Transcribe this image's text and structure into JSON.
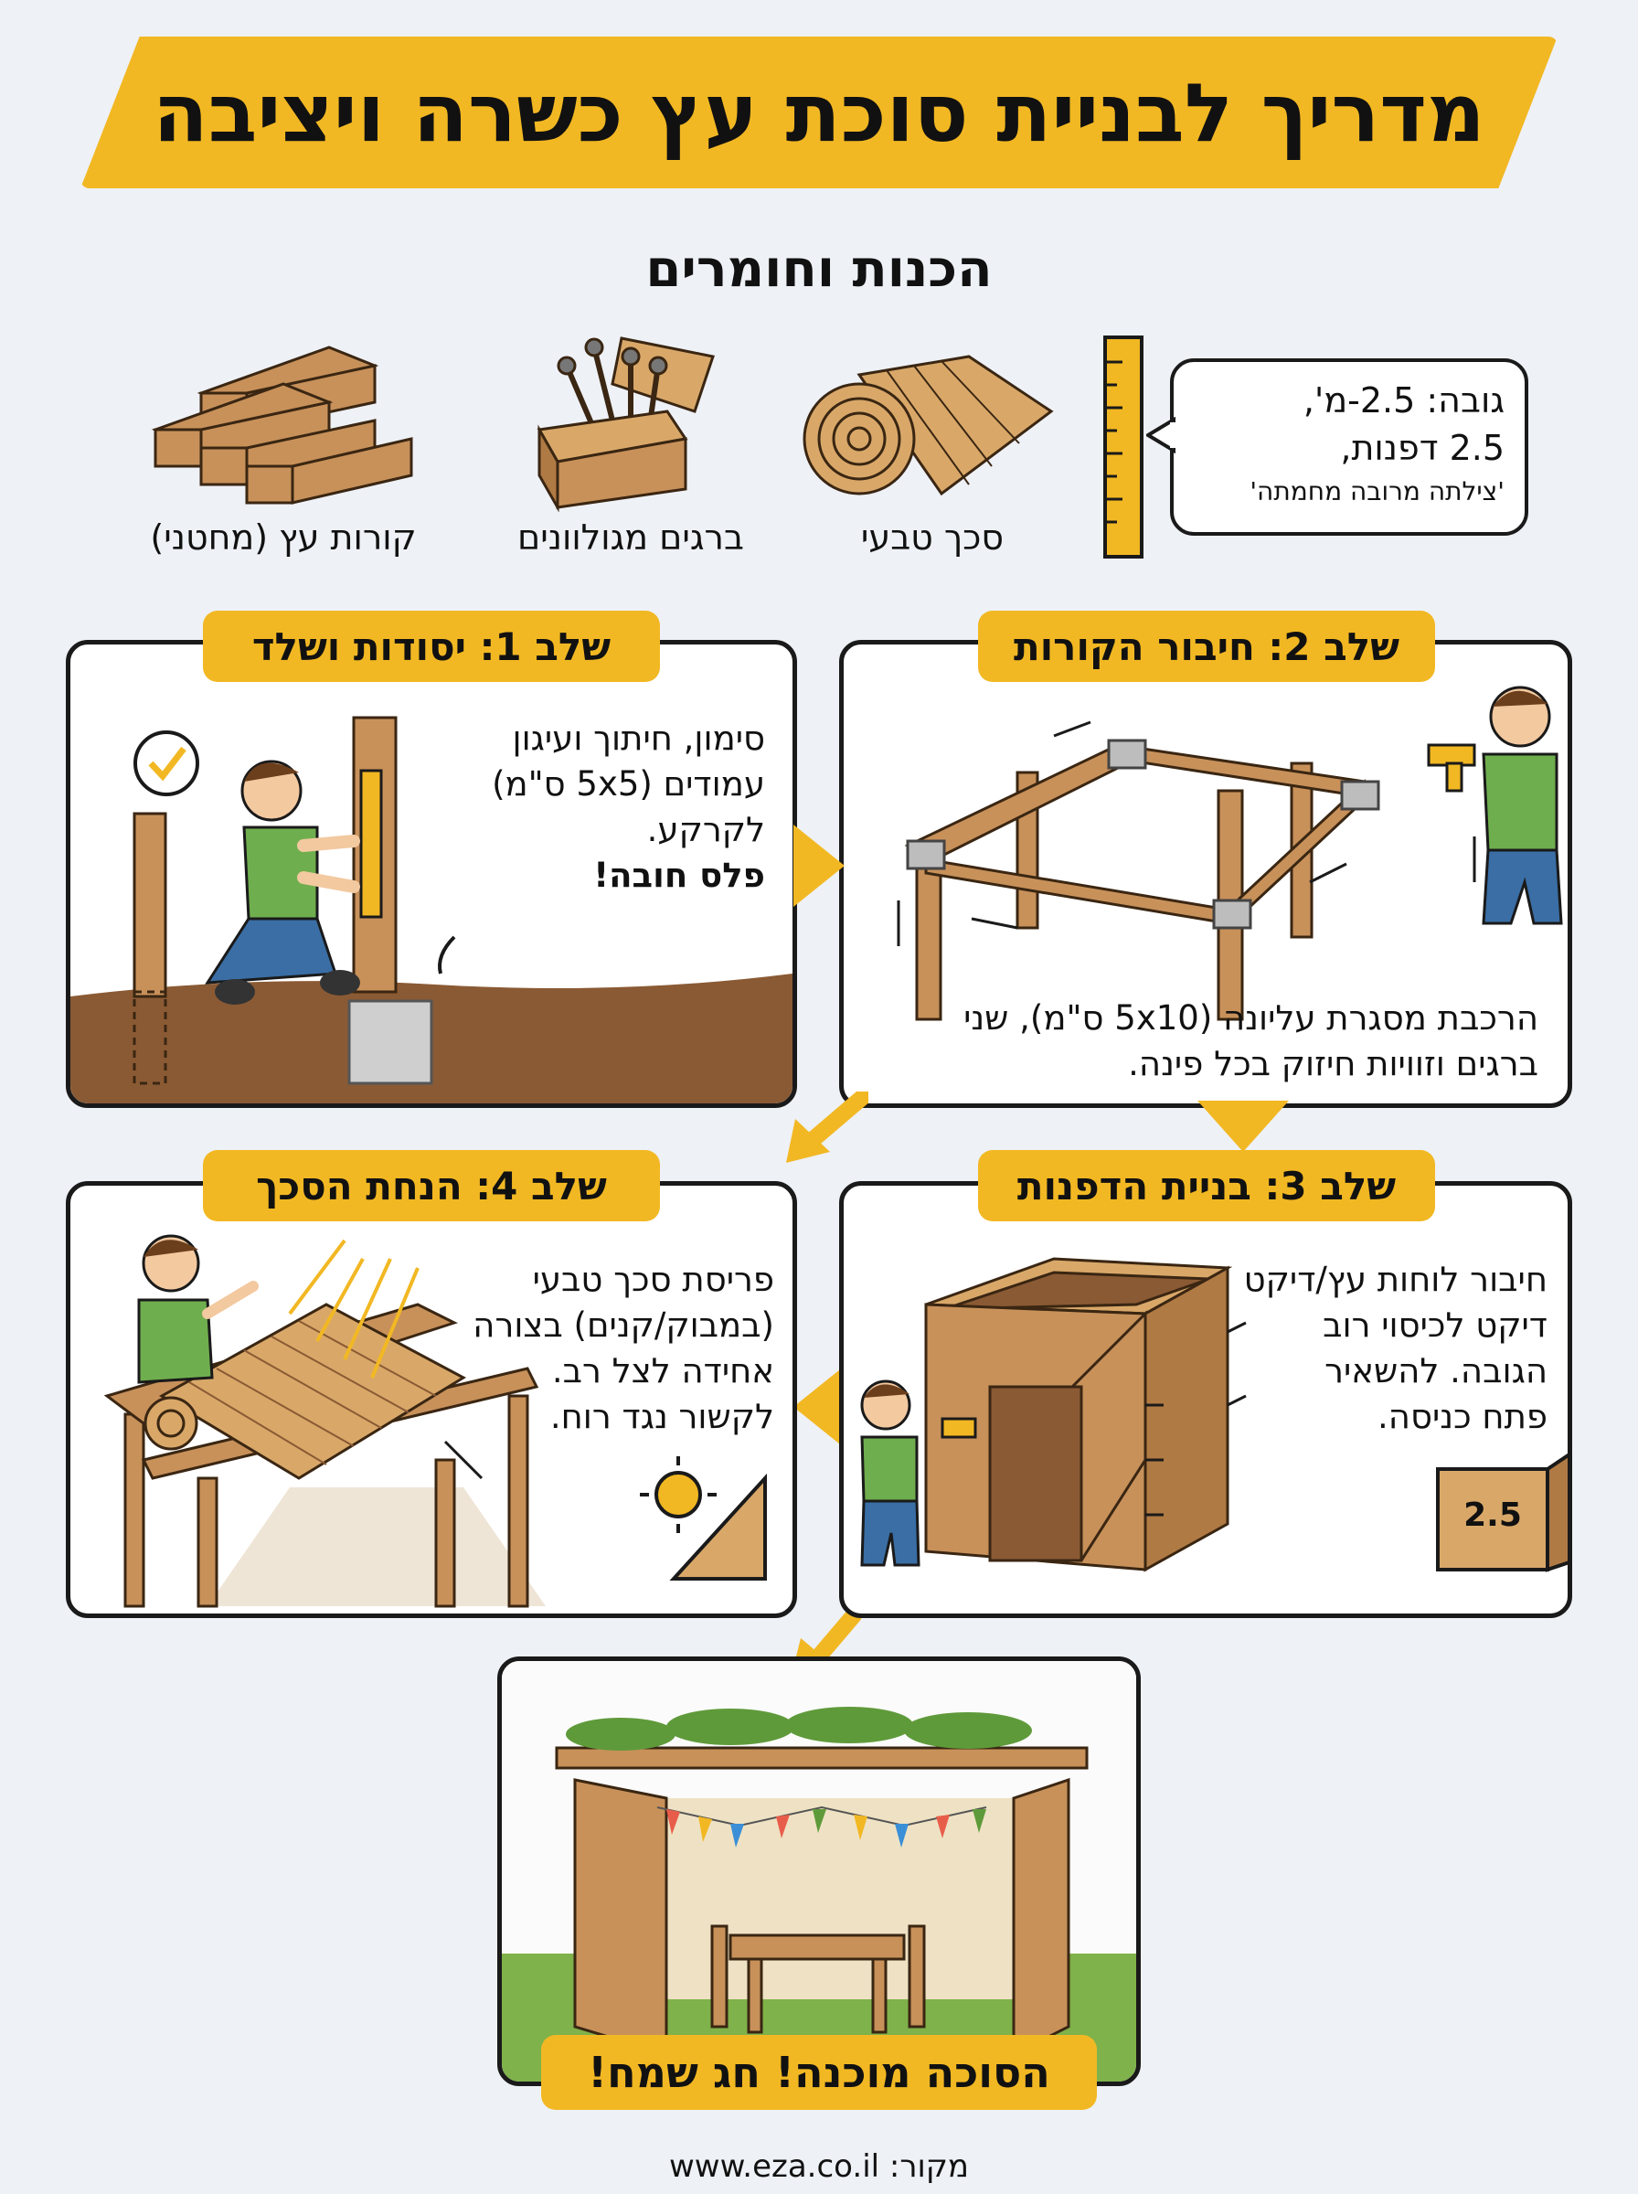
{
  "header": {
    "title": "מדריך לבניית סוכת עץ כשרה ויציבה"
  },
  "materials": {
    "section_title": "הכנות וחומרים",
    "items": [
      {
        "label": "קורות עץ (מחטני)",
        "icon": "wood-beams-icon"
      },
      {
        "label": "ברגים מגולוונים",
        "icon": "screws-box-icon"
      },
      {
        "label": "סכך טבעי",
        "icon": "schach-roll-icon"
      }
    ],
    "height_note": {
      "line1": "גובה: 2.5-מ',",
      "line2": "2.5 דפנות,",
      "line3": "'צילתה מרובה מחמתה'",
      "icon": "ruler-icon"
    }
  },
  "steps": [
    {
      "title": "שלב 1: יסודות ושלד",
      "text_lines": [
        "סימון, חיתוך ועיגון",
        "עמודים (5x5 ס\"מ)",
        "לקרקע."
      ],
      "emphasis": "פלס חובה!"
    },
    {
      "title": "שלב 2: חיבור הקורות",
      "text_lines": [
        "הרכבת מסגרת עליונה (5x10 ס\"מ), שני",
        "ברגים וזוויות חיזוק בכל פינה."
      ]
    },
    {
      "title": "שלב 3: בניית הדפנות",
      "text_lines": [
        "חיבור לוחות עץ/דיקט",
        "דיקט לכיסוי רוב",
        "הגובה. להשאיר",
        "פתח כניסה."
      ],
      "badge": "2.5"
    },
    {
      "title": "שלב 4: הנחת הסכך",
      "text_lines": [
        "פריסת סכך טבעי",
        "(במבוק/קנים) בצורה",
        "אחידה לצל רב.",
        "לקשור נגד רוח."
      ]
    }
  ],
  "final": {
    "label": "הסוכה מוכנה! חג שמח!"
  },
  "footer": {
    "source": "מקור: www.eza.co.il"
  },
  "colors": {
    "accent": "#f2b823",
    "wood": "#c8915a",
    "soil": "#8a5a34",
    "grass": "#7fb24a"
  }
}
